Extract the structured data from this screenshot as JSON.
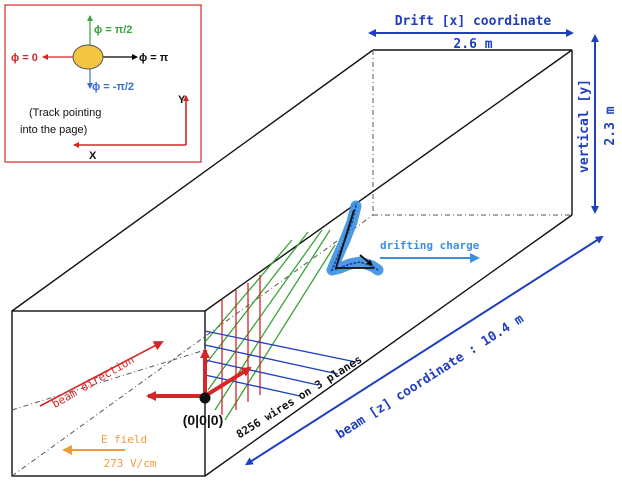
{
  "legend": {
    "phi_top": "ϕ = π/2",
    "phi_left": "ϕ = 0",
    "phi_right": "ϕ = π",
    "phi_bottom": "ϕ = -π/2",
    "note_line1": "(Track pointing",
    "note_line2": "into the page)",
    "axis_x": "X",
    "axis_y": "Y"
  },
  "dimensions": {
    "drift_label": "Drift [x] coordinate",
    "drift_value": "2.6  m",
    "vertical_label": "vertical [y]",
    "vertical_value": "2.3 m",
    "beam_label": "beam [z] coordinate :  10.4  m"
  },
  "labels": {
    "drifting_charge": "drifting charge",
    "beam_direction": "beam direction",
    "origin": "(0|0|0)",
    "wires": "8256 wires on 3 planes",
    "efield_line1": "E field",
    "efield_line2": "273 V/cm"
  },
  "colors": {
    "frame_red": "#d62728",
    "blue": "#1f3fbf",
    "light_blue": "#3b8fe0",
    "green": "#3aa33a",
    "orange": "#f29a3a",
    "yellow": "#f4c542"
  }
}
